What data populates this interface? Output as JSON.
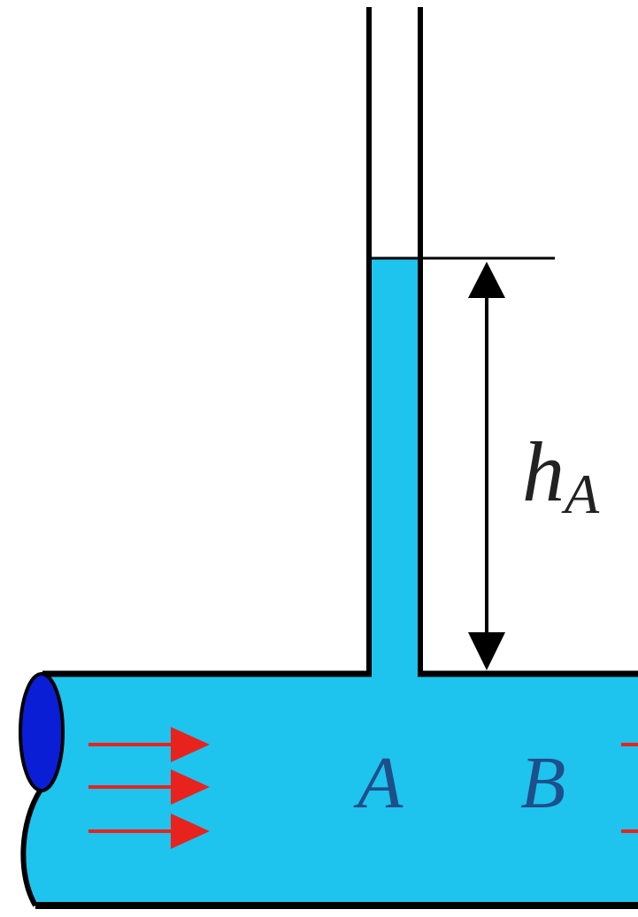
{
  "labels": {
    "head_symbol": "h",
    "head_subscript": "A",
    "point_a": "A",
    "point_b": "B"
  },
  "colors": {
    "water": "#1ec3ee",
    "outline": "#000000",
    "flow_arrow": "#e8231e",
    "pipe_opening": "#0a1ed6",
    "label_text": "#1d4f8a",
    "head_text": "#222222",
    "background": "#ffffff"
  }
}
